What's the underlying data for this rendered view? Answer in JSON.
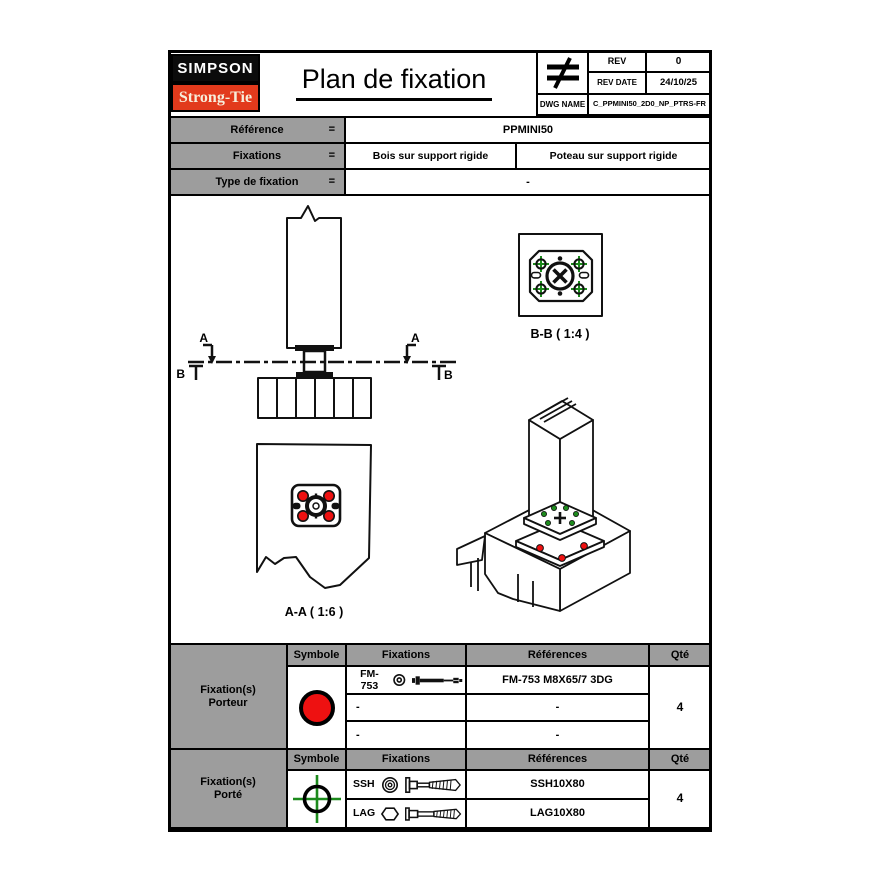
{
  "sheet": {
    "logo": {
      "top": "SIMPSON",
      "bottom": "Strong-Tie"
    },
    "title": "Plan de fixation",
    "title_block": {
      "rev_label": "REV",
      "rev_value": "0",
      "rev_date_label": "REV DATE",
      "rev_date_value": "24/10/25",
      "dwg_label": "DWG NAME",
      "dwg_value": "C_PPMINI50_2D0_NP_PTRS-FR"
    }
  },
  "info_table": {
    "equals": "=",
    "reference_label": "Référence",
    "reference_value": "PPMINI50",
    "fixations_label": "Fixations",
    "fixations_value_left": "Bois sur support rigide",
    "fixations_value_right": "Poteau sur support rigide",
    "type_label": "Type de fixation",
    "type_value": "-"
  },
  "drawing": {
    "marker_a": "A",
    "marker_b": "B",
    "label_bb": "B-B ( 1:4 )",
    "label_aa": "A-A ( 1:6 )"
  },
  "porteur_table": {
    "group_line1": "Fixation(s)",
    "group_line2": "Porteur",
    "headers": [
      "Symbole",
      "Fixations",
      "Références",
      "Qté"
    ],
    "symbol": "red-circle",
    "rows": [
      {
        "name": "FM-753",
        "reference": "FM-753 M8X65/7 3DG"
      },
      {
        "name": "-",
        "reference": "-"
      },
      {
        "name": "-",
        "reference": "-"
      }
    ],
    "qty": "4"
  },
  "porte_table": {
    "group_line1": "Fixation(s)",
    "group_line2": "Porté",
    "headers": [
      "Symbole",
      "Fixations",
      "Références",
      "Qté"
    ],
    "symbol": "green-crosshair",
    "rows": [
      {
        "name": "SSH",
        "reference": "SSH10X80"
      },
      {
        "name": "LAG",
        "reference": "LAG10X80"
      }
    ],
    "qty": "4"
  },
  "colors": {
    "logo_red": "#e23a1c",
    "symbol_red": "#ee1111",
    "symbol_green": "#1c8a1c",
    "cell_gray": "#9d9d9d"
  }
}
